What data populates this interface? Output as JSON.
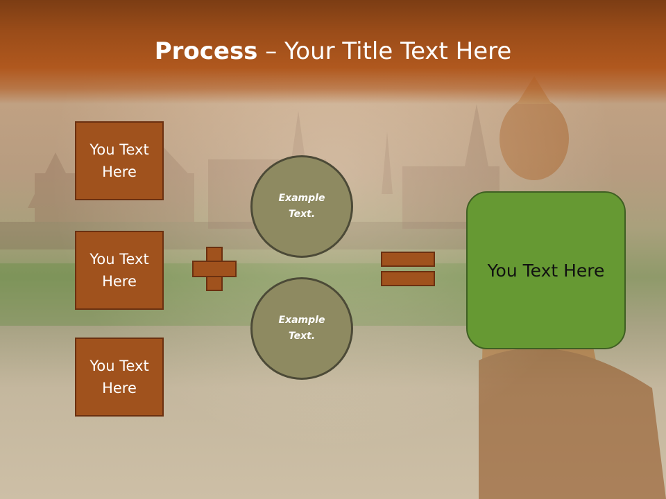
{
  "slide": {
    "title_bold": "Process",
    "title_rest": " – Your Title Text Here"
  },
  "left_boxes": [
    {
      "label": "You Text Here"
    },
    {
      "label": "You Text Here"
    },
    {
      "label": "You Text Here"
    }
  ],
  "circles": [
    {
      "label": "Example Text."
    },
    {
      "label": "Example Text."
    }
  ],
  "result": {
    "label": "You Text Here"
  },
  "icons": {
    "plus": "plus-icon",
    "equals": "equals-icon"
  },
  "colors": {
    "header": "#9a4c19",
    "box_fill": "#a0521d",
    "box_border": "#6b3010",
    "circle_fill": "#8e8a61",
    "result_fill": "#669933"
  }
}
